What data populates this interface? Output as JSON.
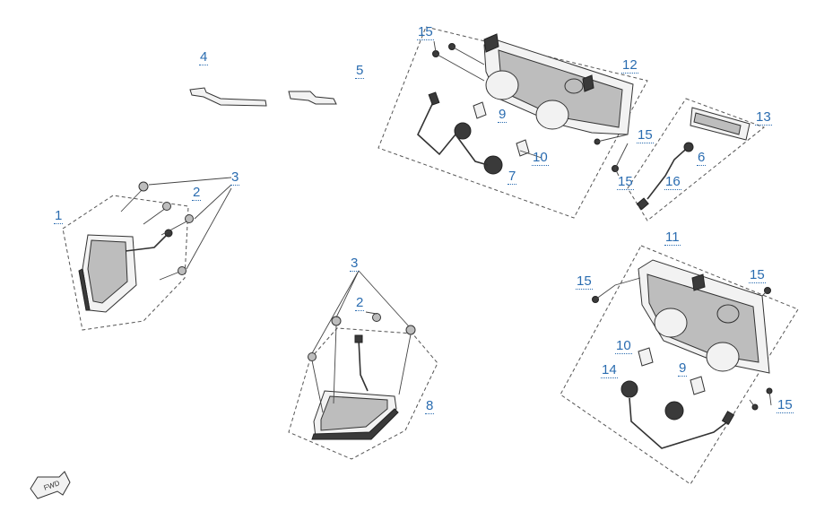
{
  "callouts": {
    "c1": "1",
    "c2a": "2",
    "c2b": "2",
    "c3a": "3",
    "c3b": "3",
    "c4": "4",
    "c5": "5",
    "c6": "6",
    "c7": "7",
    "c8": "8",
    "c9a": "9",
    "c9b": "9",
    "c10a": "10",
    "c10b": "10",
    "c11": "11",
    "c12": "12",
    "c13": "13",
    "c14": "14",
    "c15a": "15",
    "c15b": "15",
    "c15c": "15",
    "c15d": "15",
    "c15e": "15",
    "c15f": "15",
    "c16": "16"
  },
  "direction_arrow": {
    "label": "FWD",
    "icon": "forward-arrow-icon"
  },
  "colors": {
    "callout": "#2a6cb0",
    "line": "#333333"
  }
}
